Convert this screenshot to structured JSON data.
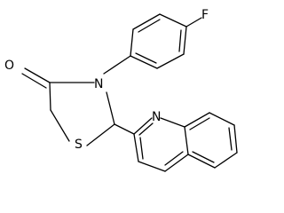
{
  "molecule": {
    "atoms": {
      "fluorine": "F",
      "oxygen": "O",
      "nitrogen_ring": "N",
      "sulfur": "S",
      "nitrogen_quinoline": "N"
    }
  }
}
